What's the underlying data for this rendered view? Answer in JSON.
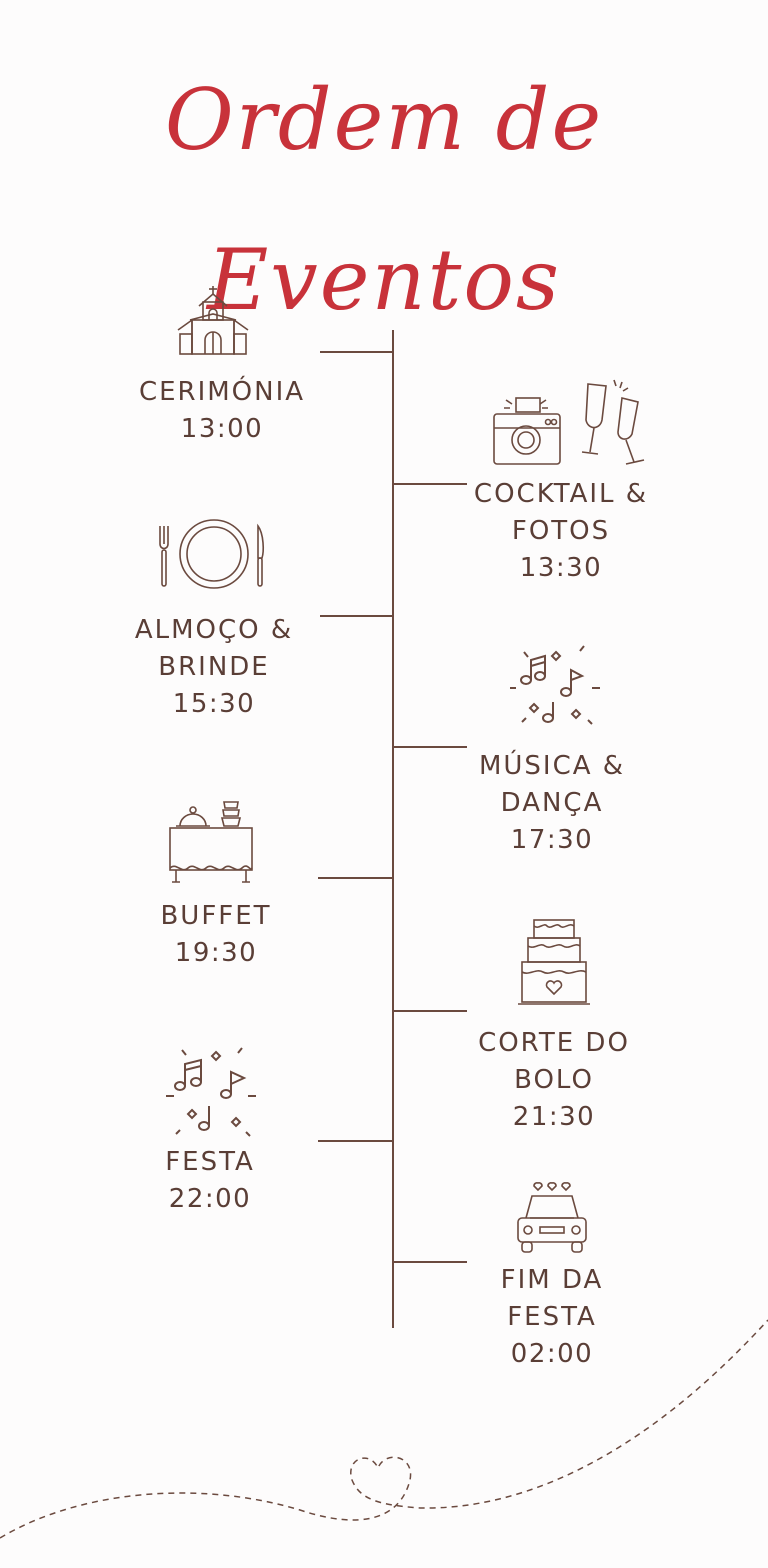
{
  "title": "Ordem de Eventos",
  "colors": {
    "accent": "#c8323a",
    "line": "#6b4a3f",
    "text": "#5a3e36"
  },
  "events": [
    {
      "name": "CERIMÓNIA",
      "time": "13:00",
      "icon": "church-icon"
    },
    {
      "name": "COCKTAIL &\nFOTOS",
      "time": "13:30",
      "icon": "camera-champagne-icon"
    },
    {
      "name": "ALMOÇO &\nBRINDE",
      "time": "15:30",
      "icon": "plate-cutlery-icon"
    },
    {
      "name": "MÚSICA &\nDANÇA",
      "time": "17:30",
      "icon": "music-notes-icon"
    },
    {
      "name": "BUFFET",
      "time": "19:30",
      "icon": "buffet-table-icon"
    },
    {
      "name": "CORTE DO\nBOLO",
      "time": "21:30",
      "icon": "wedding-cake-icon"
    },
    {
      "name": "FESTA",
      "time": "22:00",
      "icon": "music-notes-icon"
    },
    {
      "name": "FIM DA\nFESTA",
      "time": "02:00",
      "icon": "wedding-car-icon"
    }
  ]
}
